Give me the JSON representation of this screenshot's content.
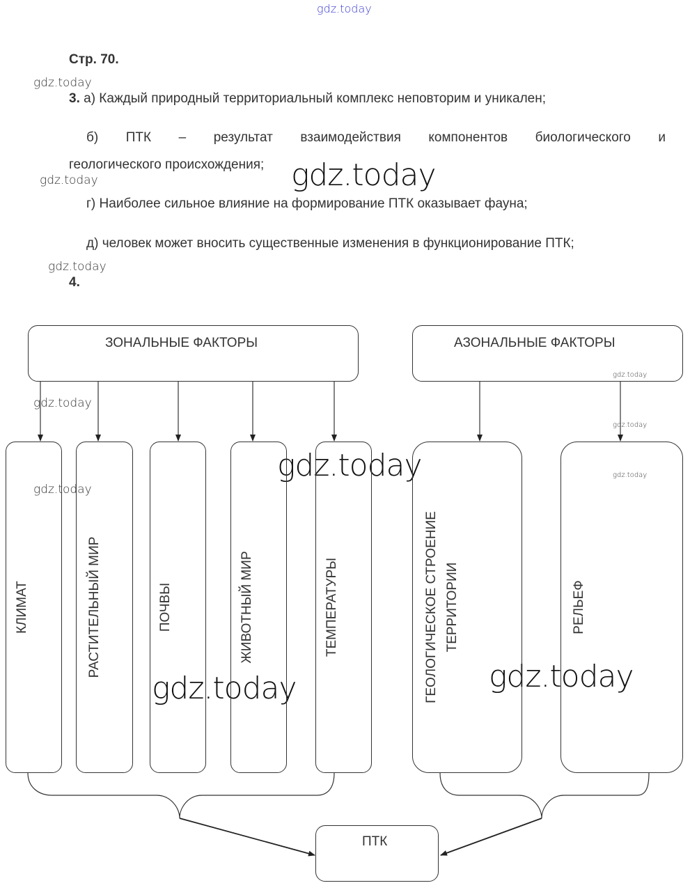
{
  "watermarks": {
    "top": "gdz.today",
    "small": "gdz.today",
    "large": "gdz.today"
  },
  "heading": "Стр. 70. ",
  "q3": {
    "number": "3.",
    "a": " а) Каждый природный территориальный комплекс неповторим и уникален;",
    "b_line1": [
      "б)",
      "ПТК",
      "–",
      "результат",
      "взаимодействия",
      "компонентов",
      "биологического",
      "и"
    ],
    "b_line2": "геологического происхождения;",
    "g": "г) Наиболее сильное влияние на формирование ПТК оказывает фауна;",
    "d": "д) человек может вносить существенные изменения в функционирование ПТК;"
  },
  "q4": {
    "number": "4.",
    "zonal_title": "ЗОНАЛЬНЫЕ ФАКТОРЫ",
    "azonal_title": "АЗОНАЛЬНЫЕ ФАКТОРЫ",
    "zonal_items": [
      "КЛИМАТ",
      "РАСТИТЕЛЬНЫЙ МИР",
      "ПОЧВЫ",
      "ЖИВОТНЫЙ МИР",
      "ТЕМПЕРАТУРЫ"
    ],
    "azonal_items": [
      "ГЕОЛОГИЧЕСКОЕ СТРОЕНИЕ",
      "ТЕРРИТОРИИ",
      "РЕЛЬЕФ"
    ],
    "result": "ПТК"
  }
}
